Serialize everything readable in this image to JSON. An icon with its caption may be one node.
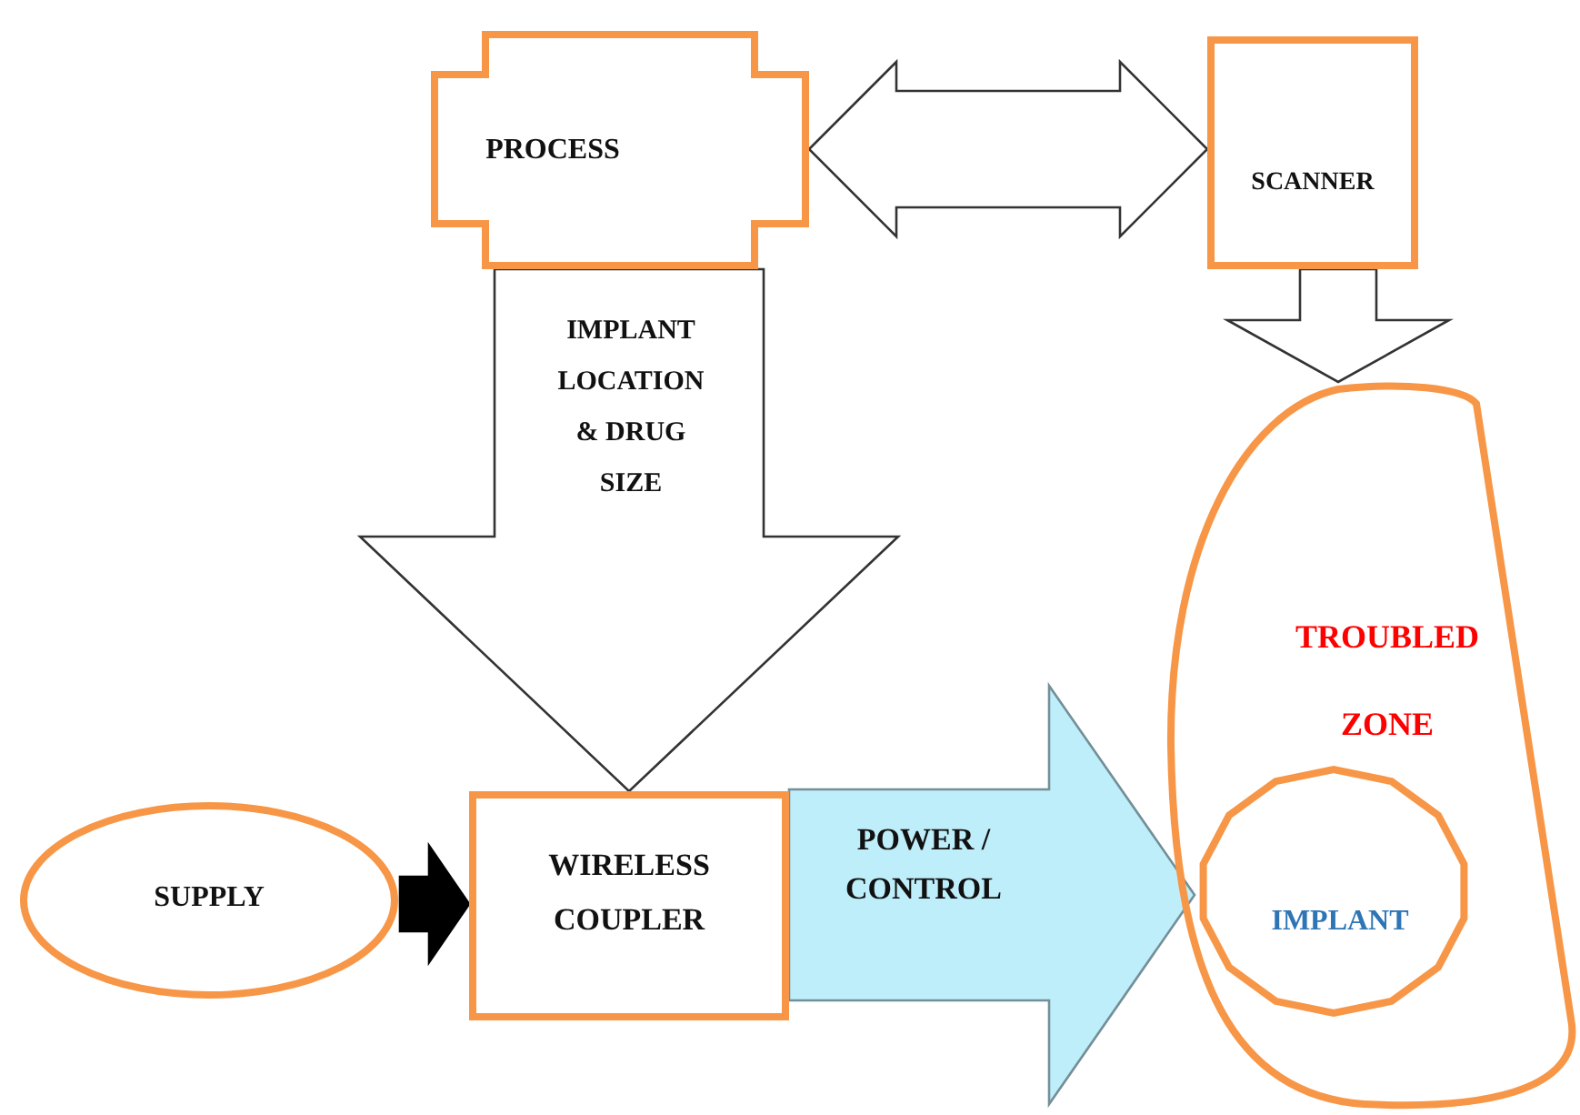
{
  "diagram": {
    "nodes": [
      {
        "text": [
          "PROCESS"
        ]
      },
      {
        "text": [
          "SCANNER"
        ]
      },
      {
        "text": [
          "TROUBLED ZONE"
        ]
      },
      {
        "text": [
          "IMPLANT"
        ],
        "in": 2
      },
      {
        "text": [
          "SUPPLY"
        ]
      },
      {
        "text": [
          "WIRELESS COUPLER"
        ]
      }
    ],
    "edges": [
      {
        "from": 0,
        "to": 1,
        "arrow": "both"
      },
      {
        "from": 1,
        "to": 2,
        "arrow": "to"
      },
      {
        "from": 0,
        "to": 5,
        "arrow": "to",
        "label": "IMPLANT LOCATION & DRUG SIZE"
      },
      {
        "from": 4,
        "to": 5,
        "arrow": "to",
        "color": "#000000"
      },
      {
        "from": 5,
        "to": 3,
        "arrow": "to",
        "label": "POWER / CONTROL",
        "color": "#bfeefb"
      }
    ]
  }
}
